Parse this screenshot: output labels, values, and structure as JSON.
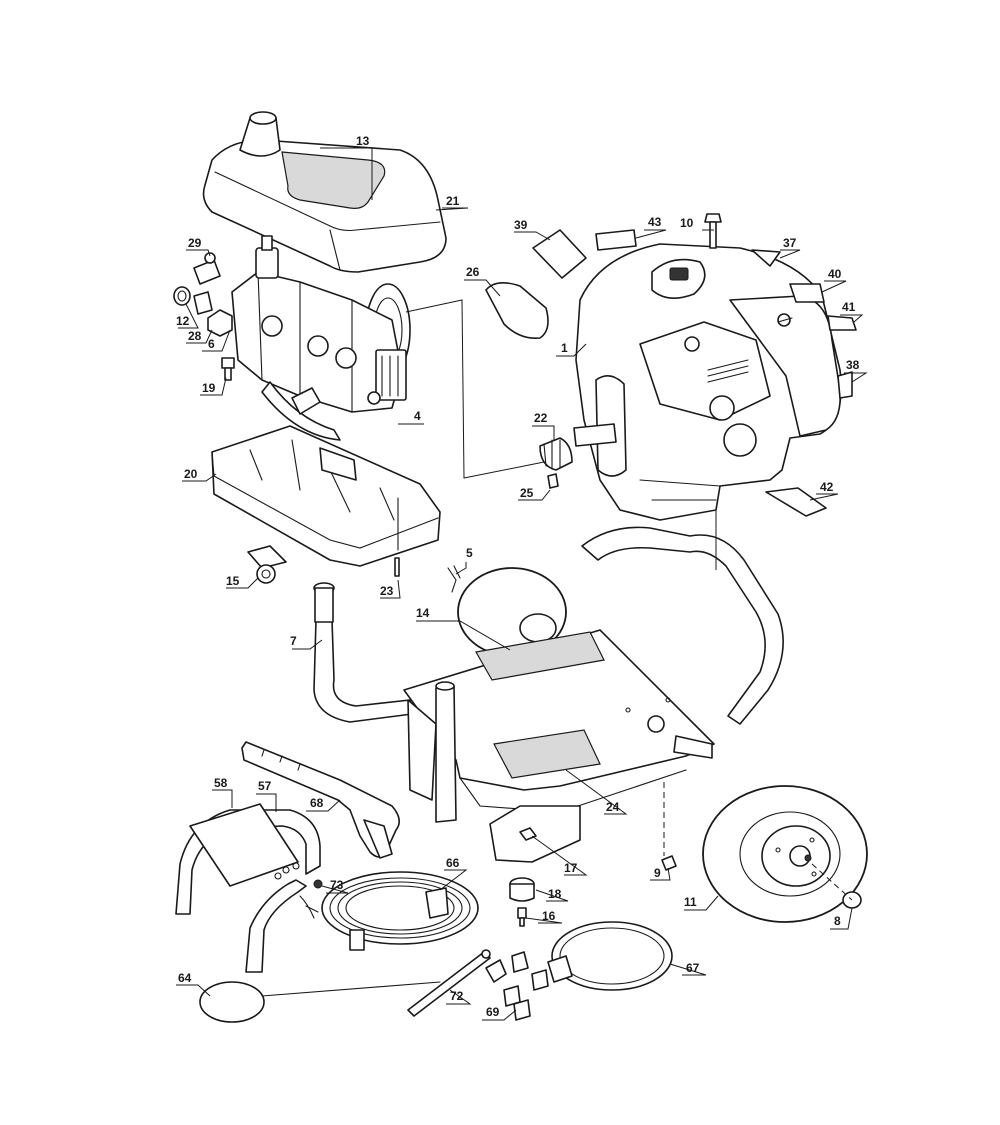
{
  "callouts": [
    {
      "id": "c1",
      "label": "1"
    },
    {
      "id": "c4",
      "label": "4"
    },
    {
      "id": "c5",
      "label": "5"
    },
    {
      "id": "c6",
      "label": "6"
    },
    {
      "id": "c7",
      "label": "7"
    },
    {
      "id": "c8",
      "label": "8"
    },
    {
      "id": "c9",
      "label": "9"
    },
    {
      "id": "c10",
      "label": "10"
    },
    {
      "id": "c11",
      "label": "11"
    },
    {
      "id": "c12",
      "label": "12"
    },
    {
      "id": "c13",
      "label": "13"
    },
    {
      "id": "c14",
      "label": "14"
    },
    {
      "id": "c15",
      "label": "15"
    },
    {
      "id": "c16",
      "label": "16"
    },
    {
      "id": "c17",
      "label": "17"
    },
    {
      "id": "c18",
      "label": "18"
    },
    {
      "id": "c19",
      "label": "19"
    },
    {
      "id": "c20",
      "label": "20"
    },
    {
      "id": "c21",
      "label": "21"
    },
    {
      "id": "c22",
      "label": "22"
    },
    {
      "id": "c23",
      "label": "23"
    },
    {
      "id": "c24",
      "label": "24"
    },
    {
      "id": "c25",
      "label": "25"
    },
    {
      "id": "c26",
      "label": "26"
    },
    {
      "id": "c28",
      "label": "28"
    },
    {
      "id": "c29",
      "label": "29"
    },
    {
      "id": "c37",
      "label": "37"
    },
    {
      "id": "c38",
      "label": "38"
    },
    {
      "id": "c39",
      "label": "39"
    },
    {
      "id": "c40",
      "label": "40"
    },
    {
      "id": "c41",
      "label": "41"
    },
    {
      "id": "c42",
      "label": "42"
    },
    {
      "id": "c43",
      "label": "43"
    },
    {
      "id": "c57",
      "label": "57"
    },
    {
      "id": "c58",
      "label": "58"
    },
    {
      "id": "c64",
      "label": "64"
    },
    {
      "id": "c66",
      "label": "66"
    },
    {
      "id": "c67",
      "label": "67"
    },
    {
      "id": "c68",
      "label": "68"
    },
    {
      "id": "c69",
      "label": "69"
    },
    {
      "id": "c72",
      "label": "72"
    },
    {
      "id": "c73",
      "label": "73"
    }
  ]
}
